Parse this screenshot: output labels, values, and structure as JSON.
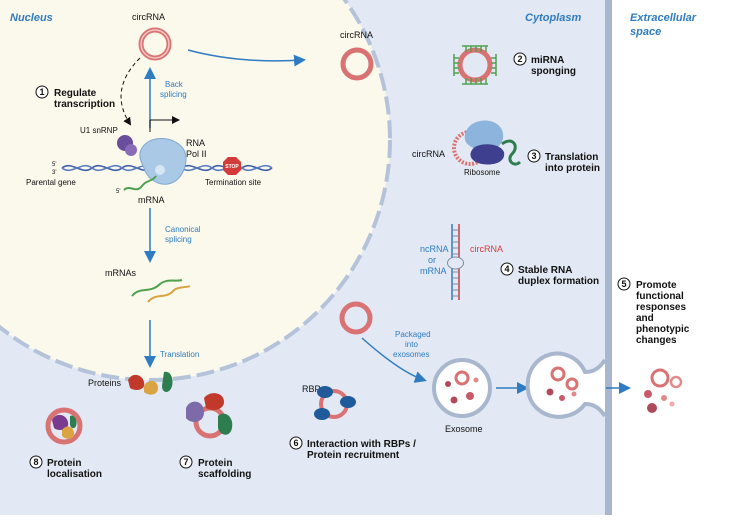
{
  "regions": {
    "nucleus": "Nucleus",
    "cytoplasm": "Cytoplasm",
    "extracellular_line1": "Extracellular",
    "extracellular_line2": "space"
  },
  "labels": {
    "circrna_top": "circRNA",
    "circrna_cyto": "circRNA",
    "circrna_ribo": "circRNA",
    "circrna_duplex": "circRNA",
    "back_splicing_1": "Back",
    "back_splicing_2": "splicing",
    "u1_snrnp": "U1 snRNP",
    "rna_pol_1": "RNA",
    "rna_pol_2": "Pol II",
    "stop": "STOP",
    "termination_site": "Termination site",
    "parental_gene": "Parental gene",
    "five_prime_top": "5'",
    "three_prime_bottom": "3'",
    "five_prime_mrna": "5'",
    "mrna": "mRNA",
    "canonical_1": "Canonical",
    "canonical_2": "splicing",
    "mrnas": "mRNAs",
    "translation": "Translation",
    "proteins": "Proteins",
    "ribosome": "Ribosome",
    "ncrna_1": "ncRNA",
    "ncrna_2": "or",
    "ncrna_3": "mRNA",
    "packaged_1": "Packaged",
    "packaged_2": "into",
    "packaged_3": "exosomes",
    "exosome": "Exosome",
    "rbp": "RBP"
  },
  "functions": [
    {
      "num": "1",
      "lines": [
        "Regulate",
        "transcription"
      ]
    },
    {
      "num": "2",
      "lines": [
        "miRNA",
        "sponging"
      ]
    },
    {
      "num": "3",
      "lines": [
        "Translation",
        "into protein"
      ]
    },
    {
      "num": "4",
      "lines": [
        "Stable RNA",
        "duplex formation"
      ]
    },
    {
      "num": "5",
      "lines": [
        "Promote",
        "functional",
        "responses",
        "and",
        "phenotypic",
        "changes"
      ]
    },
    {
      "num": "6",
      "lines": [
        "Interaction with RBPs /",
        "Protein recruitment"
      ]
    },
    {
      "num": "7",
      "lines": [
        "Protein",
        "scaffolding"
      ]
    },
    {
      "num": "8",
      "lines": [
        "Protein",
        "localisation"
      ]
    }
  ],
  "colors": {
    "cytoplasm_bg": "#e3e9f4",
    "nucleus_bg": "#fbf8ec",
    "membrane": "#a8b7cd",
    "arrow": "#2f7cc2",
    "circ_outer": "#d97373",
    "circ_inner": "#f2c6c2"
  }
}
